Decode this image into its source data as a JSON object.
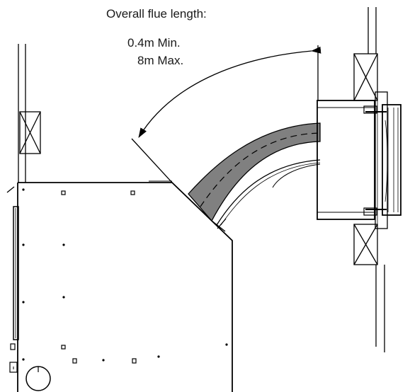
{
  "annotation": {
    "title": "Overall flue length:",
    "min": "0.4m Min.",
    "max": "8m Max."
  },
  "colors": {
    "line": "#000000",
    "flue_fill": "#808080",
    "background": "#ffffff"
  }
}
